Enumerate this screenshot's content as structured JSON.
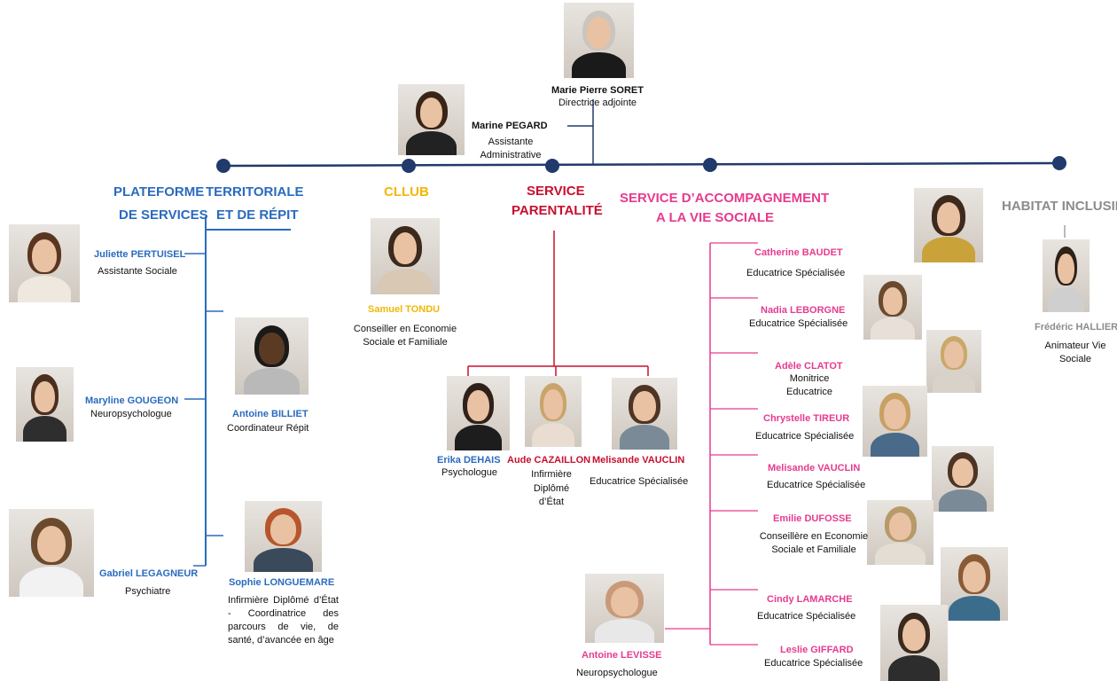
{
  "colors": {
    "navy": "#1f3a6b",
    "blue": "#2a6bbf",
    "yellow": "#f2b705",
    "red": "#c8102e",
    "pink": "#e63b8f",
    "grey": "#8c8c8c"
  },
  "top": {
    "director": {
      "name": "Marie Pierre SORET",
      "role": "Directrice adjointe"
    },
    "assistant": {
      "name": "Marine PEGARD",
      "role_1": "Assistante",
      "role_2": "Administrative"
    }
  },
  "services": {
    "plateforme": {
      "line_1a": "PLATEFORME",
      "line_1b": "TERRITORIALE",
      "line_2a": "DE SERVICES",
      "line_2b": "ET DE RÉPIT"
    },
    "cllub": {
      "title": "CLLUB"
    },
    "parentalite": {
      "line_1": "SERVICE",
      "line_2": "PARENTALITÉ"
    },
    "savs": {
      "line_1": "SERVICE D’ACCOMPAGNEMENT",
      "line_2": "A LA VIE SOCIALE"
    },
    "habitat": {
      "title": "HABITAT INCLUSIF"
    }
  },
  "plateforme_members": [
    {
      "name": "Juliette PERTUISEL",
      "role": "Assistante Sociale"
    },
    {
      "name": "Maryline GOUGEON",
      "role": "Neuropsychologue"
    },
    {
      "name": "Gabriel LEGAGNEUR",
      "role": "Psychiatre"
    },
    {
      "name": "Antoine BILLIET",
      "role": "Coordinateur Répit"
    },
    {
      "name": "Sophie LONGUEMARE",
      "role": "Infirmière Diplômé d’État - Coordinatrice des parcours de vie, de santé, d’avancée en âge"
    }
  ],
  "cllub_members": [
    {
      "name": "Samuel TONDU",
      "role_1": "Conseiller en Economie",
      "role_2": "Sociale et Familiale"
    }
  ],
  "parentalite_members": [
    {
      "name": "Erika DEHAIS",
      "role": "Psychologue"
    },
    {
      "name": "Aude CAZAILLON",
      "role_1": "Infirmière",
      "role_2": "Diplômé",
      "role_3": "d’État"
    },
    {
      "name": "Melisande VAUCLIN",
      "role": "Educatrice Spécialisée"
    }
  ],
  "savs_members": [
    {
      "name": "Catherine BAUDET",
      "role": "Educatrice Spécialisée"
    },
    {
      "name": "Nadia LEBORGNE",
      "role": "Educatrice  Spécialisée"
    },
    {
      "name": "Adèle CLATOT",
      "role_1": "Monitrice",
      "role_2": "Educatrice"
    },
    {
      "name": "Chrystelle TIREUR",
      "role": "Educatrice Spécialisée"
    },
    {
      "name": "Melisande VAUCLIN",
      "role": "Educatrice Spécialisée"
    },
    {
      "name": "Emilie DUFOSSE",
      "role_1": "Conseillère en Economie",
      "role_2": "Sociale et Familiale"
    },
    {
      "name": "Cindy LAMARCHE",
      "role": "Educatrice Spécialisée"
    },
    {
      "name": "Leslie GIFFARD",
      "role": "Educatrice  Spécialisée"
    },
    {
      "name": "Antoine LEVISSE",
      "role": "Neuropsychologue"
    }
  ],
  "habitat_members": [
    {
      "name": "Frédéric HALLIER",
      "role_1": "Animateur Vie",
      "role_2": "Sociale"
    }
  ]
}
